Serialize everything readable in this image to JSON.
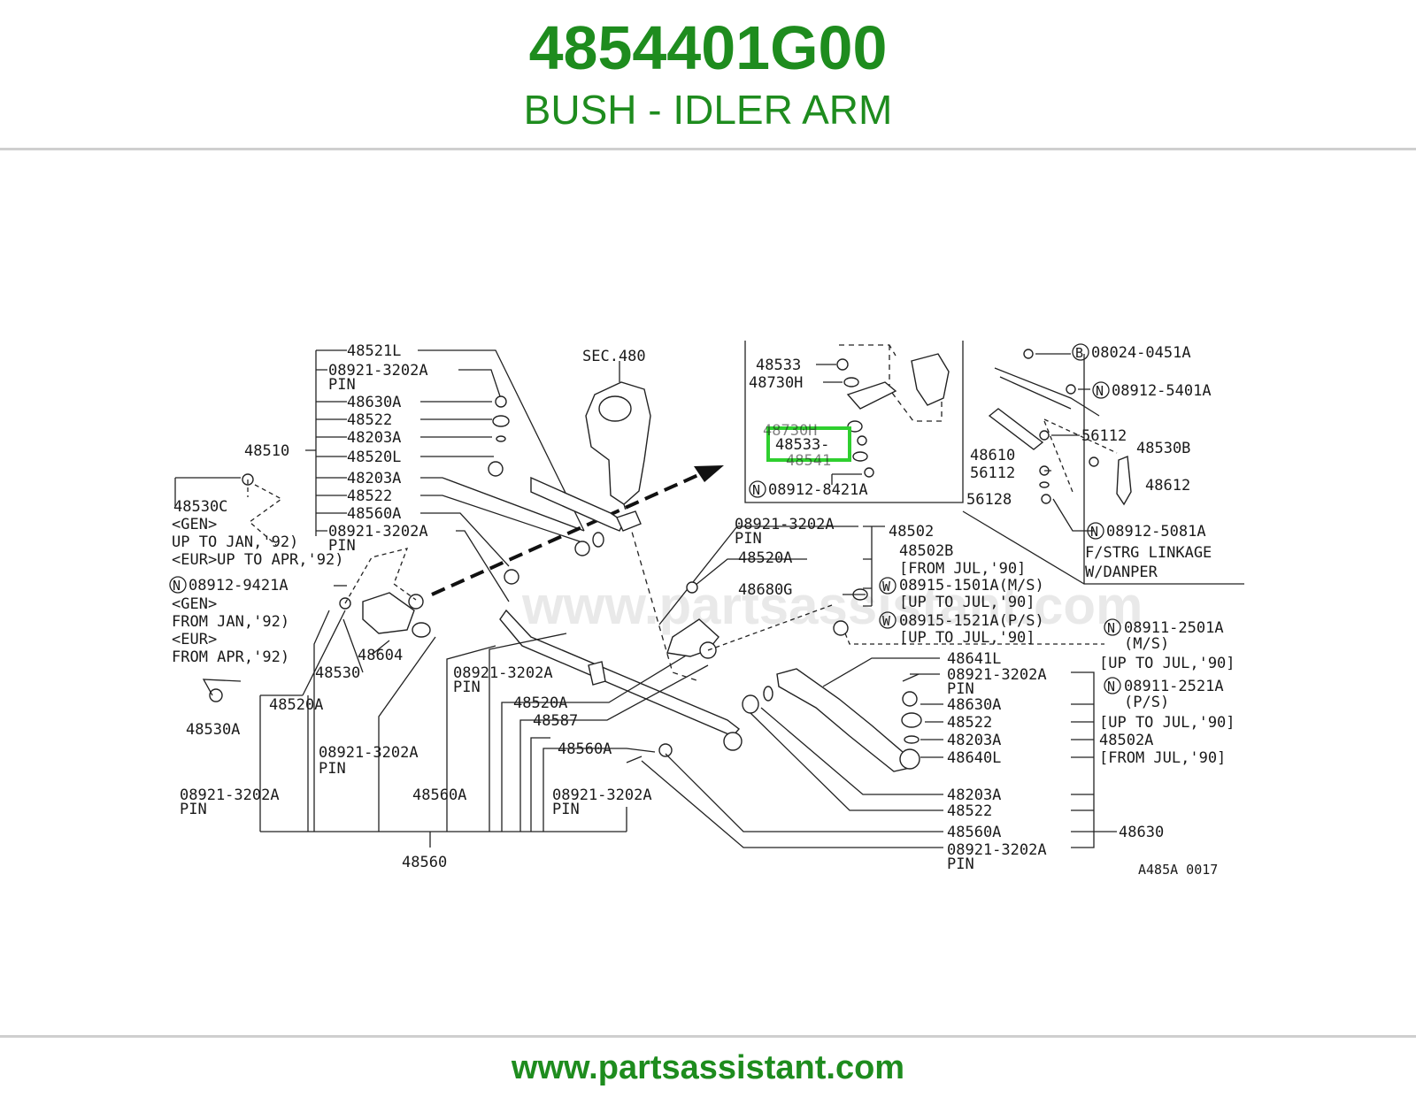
{
  "header": {
    "part_number": "4854401G00",
    "description": "BUSH - IDLER ARM"
  },
  "footer": {
    "url": "www.partsassistant.com"
  },
  "diagram": {
    "watermark": "www.partsassistant.com",
    "code": "A485A 0017",
    "highlighted_part": "48533-",
    "labels": {
      "l48521L": "48521L",
      "l089_a": "08921-3202A",
      "pin_a": "PIN",
      "l48630A_a": "48630A",
      "l48522_a": "48522",
      "l48203A_a": "48203A",
      "l48510": "48510",
      "l48520L": "48520L",
      "l48203A_b": "48203A",
      "l48522_b": "48522",
      "l48560A_a": "48560A",
      "l089_b": "08921-3202A",
      "pin_b": "PIN",
      "sec480": "SEC.480",
      "l48530C": "48530C",
      "gen_a": "<GEN>",
      "upto_jan92": "UP TO JAN,'92)",
      "eur_upto_apr92": "<EUR>UP TO APR,'92)",
      "n_089129421A": "08912-9421A",
      "gen_b": "<GEN>",
      "from_jan92": "FROM JAN,'92)",
      "eur_b": "<EUR>",
      "from_apr92": "FROM APR,'92)",
      "l48604": "48604",
      "l48530": "48530",
      "l48520A_a": "48520A",
      "l48530A": "48530A",
      "l089_c": "08921-3202A",
      "pin_c": "PIN",
      "l089_d": "08921-3202A",
      "pin_d": "PIN",
      "l089_e": "08921-3202A",
      "pin_e": "PIN",
      "l48560A_b": "48560A",
      "l48520A_b": "48520A",
      "l48587": "48587",
      "l48560A_c": "48560A",
      "l089_f": "08921-3202A",
      "pin_f": "PIN",
      "l48560": "48560",
      "l48533": "48533",
      "l48730H_a": "48730H",
      "l48730H_b": "48730H",
      "l48541": "48541",
      "n_089128421A": "08912-8421A",
      "b_080240451A": "08024-0451A",
      "n_089125401A": "08912-5401A",
      "l48610": "48610",
      "l56112_a": "56112",
      "l48530B": "48530B",
      "l56112_b": "56112",
      "l48612": "48612",
      "l56128": "56128",
      "n_089125081A": "08912-5081A",
      "fstrg": "F/STRG LINKAGE",
      "wdanper": "W/DANPER",
      "l089_g": "08921-3202A",
      "pin_g": "PIN",
      "l48502": "48502",
      "l48520A_c": "48520A",
      "l48502B": "48502B",
      "from_jul90_a": "[FROM JUL,'90]",
      "w_089151501A": "08915-1501A(M/S)",
      "upto_jul90_a": "[UP TO JUL,'90]",
      "l48680G": "48680G",
      "w_089151521A": "08915-1521A(P/S)",
      "upto_jul90_b": "[UP TO JUL,'90]",
      "n_089112501A": "08911-2501A",
      "ms": "(M/S)",
      "upto_jul90_c": "[UP TO JUL,'90]",
      "n_089112521A": "08911-2521A",
      "ps": "(P/S)",
      "upto_jul90_d": "[UP TO JUL,'90]",
      "l48502A": "48502A",
      "from_jul90_b": "[FROM JUL,'90]",
      "l48641L": "48641L",
      "l089_h": "08921-3202A",
      "pin_h": "PIN",
      "l48630A_b": "48630A",
      "l48522_c": "48522",
      "l48203A_c": "48203A",
      "l48640L": "48640L",
      "l48203A_d": "48203A",
      "l48522_d": "48522",
      "l48560A_d": "48560A",
      "l48630": "48630",
      "l089_i": "08921-3202A",
      "pin_i": "PIN"
    }
  }
}
